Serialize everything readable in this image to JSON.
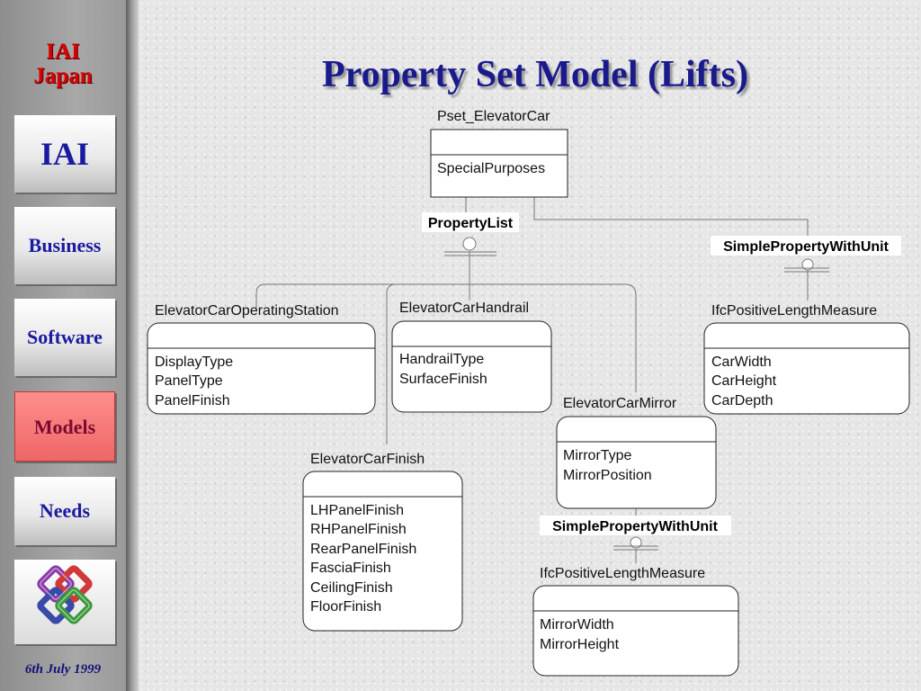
{
  "sidebar": {
    "logo_line1": "IAI",
    "logo_line2": "Japan",
    "nav": {
      "iai": "IAI",
      "business": "Business",
      "software": "Software",
      "models": "Models",
      "needs": "Needs"
    },
    "emblem_icon": "interlocked-squares-icon",
    "footer_date": "6th July 1999"
  },
  "title": "Property Set Model (Lifts)",
  "diagram": {
    "nodes": [
      {
        "id": "pset",
        "name": "Pset_ElevatorCar",
        "attributes": [
          "SpecialPurposes"
        ]
      },
      {
        "id": "operating",
        "name": "ElevatorCarOperatingStation",
        "attributes": [
          "DisplayType",
          "PanelType",
          "PanelFinish"
        ]
      },
      {
        "id": "handrail",
        "name": "ElevatorCarHandrail",
        "attributes": [
          "HandrailType",
          "SurfaceFinish"
        ]
      },
      {
        "id": "finish",
        "name": "ElevatorCarFinish",
        "attributes": [
          "LHPanelFinish",
          "RHPanelFinish",
          "RearPanelFinish",
          "FasciaFinish",
          "CeilingFinish",
          "FloorFinish"
        ]
      },
      {
        "id": "mirror",
        "name": "ElevatorCarMirror",
        "attributes": [
          "MirrorType",
          "MirrorPosition"
        ]
      },
      {
        "id": "measure1",
        "name": "IfcPositiveLengthMeasure",
        "attributes": [
          "CarWidth",
          "CarHeight",
          "CarDepth"
        ]
      },
      {
        "id": "measure2",
        "name": "IfcPositiveLengthMeasure",
        "attributes": [
          "MirrorWidth",
          "MirrorHeight"
        ]
      }
    ],
    "relations": [
      {
        "id": "property-list",
        "label": "PropertyList"
      },
      {
        "id": "simple-property-1",
        "label": "SimplePropertyWithUnit"
      },
      {
        "id": "simple-property-2",
        "label": "SimplePropertyWithUnit"
      }
    ]
  },
  "colors": {
    "title": "#1a1a8c",
    "logo_red": "#d80000",
    "nav_text": "#1a1aa0",
    "active_nav": "#ef6666"
  }
}
